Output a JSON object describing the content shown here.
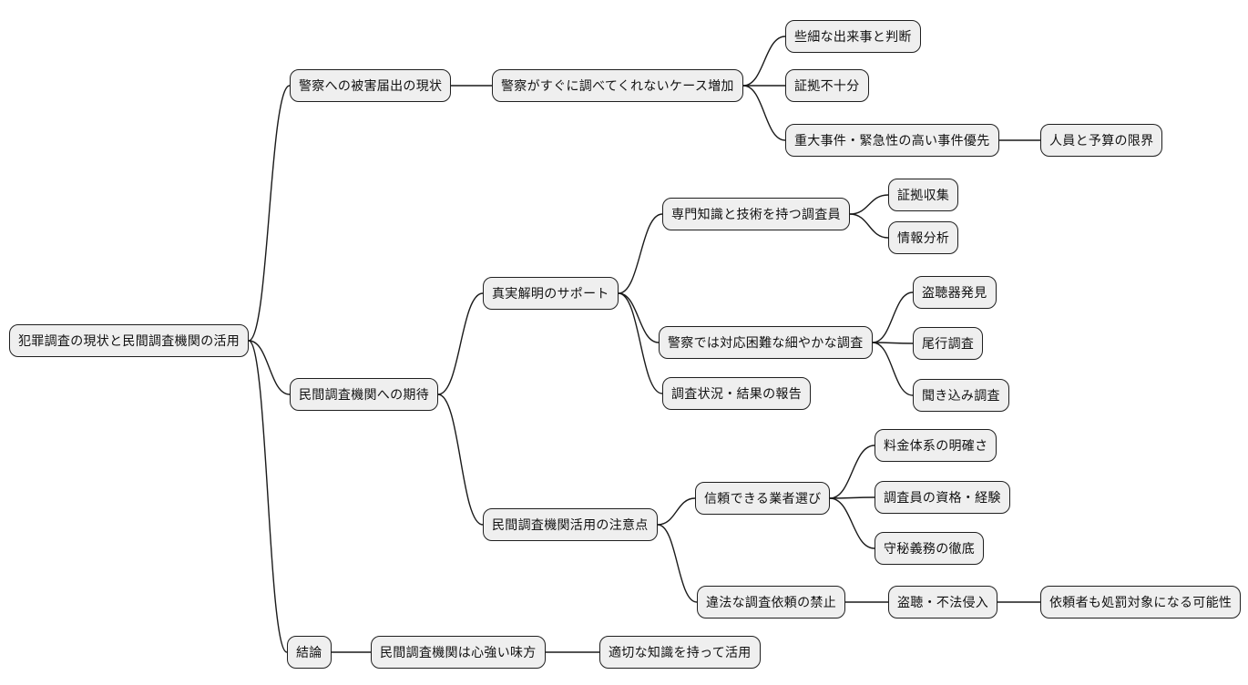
{
  "diagram": {
    "type": "mindmap",
    "direction": "left-to-right",
    "background": "#ffffff",
    "colors": {
      "node_fill": "#efefef",
      "node_border": "#1f1f1f",
      "edge": "#1a1a1a",
      "text": "#111111"
    },
    "nodes": [
      {
        "id": "root",
        "label": "犯罪調査の現状と民間調査機関の活用"
      },
      {
        "id": "police-report-status",
        "label": "警察への被害届出の現状"
      },
      {
        "id": "police-slow-response",
        "label": "警察がすぐに調べてくれないケース増加"
      },
      {
        "id": "trivial-judgment",
        "label": "些細な出来事と判断"
      },
      {
        "id": "insufficient-evidence",
        "label": "証拠不十分"
      },
      {
        "id": "major-cases-priority",
        "label": "重大事件・緊急性の高い事件優先"
      },
      {
        "id": "staff-budget-limits",
        "label": "人員と予算の限界"
      },
      {
        "id": "expectations-private-agencies",
        "label": "民間調査機関への期待"
      },
      {
        "id": "truth-support",
        "label": "真実解明のサポート"
      },
      {
        "id": "expert-investigators",
        "label": "専門知識と技術を持つ調査員"
      },
      {
        "id": "evidence-collection",
        "label": "証拠収集"
      },
      {
        "id": "info-analysis",
        "label": "情報分析"
      },
      {
        "id": "detailed-investigations",
        "label": "警察では対応困難な細やかな調査"
      },
      {
        "id": "bug-detection",
        "label": "盗聴器発見"
      },
      {
        "id": "tailing",
        "label": "尾行調査"
      },
      {
        "id": "interviews",
        "label": "聞き込み調査"
      },
      {
        "id": "progress-reports",
        "label": "調査状況・結果の報告"
      },
      {
        "id": "usage-cautions",
        "label": "民間調査機関活用の注意点"
      },
      {
        "id": "trusted-vendor",
        "label": "信頼できる業者選び"
      },
      {
        "id": "illegal-requests-ban",
        "label": "違法な調査依頼の禁止"
      },
      {
        "id": "clear-pricing",
        "label": "料金体系の明確さ"
      },
      {
        "id": "qualifications",
        "label": "調査員の資格・経験"
      },
      {
        "id": "confidentiality",
        "label": "守秘義務の徹底"
      },
      {
        "id": "wiretap-trespass",
        "label": "盗聴・不法侵入"
      },
      {
        "id": "client-punishable",
        "label": "依頼者も処罰対象になる可能性"
      },
      {
        "id": "conclusion",
        "label": "結論"
      },
      {
        "id": "reliable-ally",
        "label": "民間調査機関は心強い味方"
      },
      {
        "id": "proper-knowledge",
        "label": "適切な知識を持って活用"
      }
    ],
    "edges": [
      [
        "root",
        "police-report-status"
      ],
      [
        "police-report-status",
        "police-slow-response"
      ],
      [
        "police-slow-response",
        "trivial-judgment"
      ],
      [
        "police-slow-response",
        "insufficient-evidence"
      ],
      [
        "police-slow-response",
        "major-cases-priority"
      ],
      [
        "major-cases-priority",
        "staff-budget-limits"
      ],
      [
        "root",
        "expectations-private-agencies"
      ],
      [
        "expectations-private-agencies",
        "truth-support"
      ],
      [
        "truth-support",
        "expert-investigators"
      ],
      [
        "expert-investigators",
        "evidence-collection"
      ],
      [
        "expert-investigators",
        "info-analysis"
      ],
      [
        "truth-support",
        "detailed-investigations"
      ],
      [
        "detailed-investigations",
        "bug-detection"
      ],
      [
        "detailed-investigations",
        "tailing"
      ],
      [
        "detailed-investigations",
        "interviews"
      ],
      [
        "truth-support",
        "progress-reports"
      ],
      [
        "expectations-private-agencies",
        "usage-cautions"
      ],
      [
        "usage-cautions",
        "trusted-vendor"
      ],
      [
        "trusted-vendor",
        "clear-pricing"
      ],
      [
        "trusted-vendor",
        "qualifications"
      ],
      [
        "trusted-vendor",
        "confidentiality"
      ],
      [
        "usage-cautions",
        "illegal-requests-ban"
      ],
      [
        "illegal-requests-ban",
        "wiretap-trespass"
      ],
      [
        "wiretap-trespass",
        "client-punishable"
      ],
      [
        "root",
        "conclusion"
      ],
      [
        "conclusion",
        "reliable-ally"
      ],
      [
        "reliable-ally",
        "proper-knowledge"
      ]
    ]
  }
}
